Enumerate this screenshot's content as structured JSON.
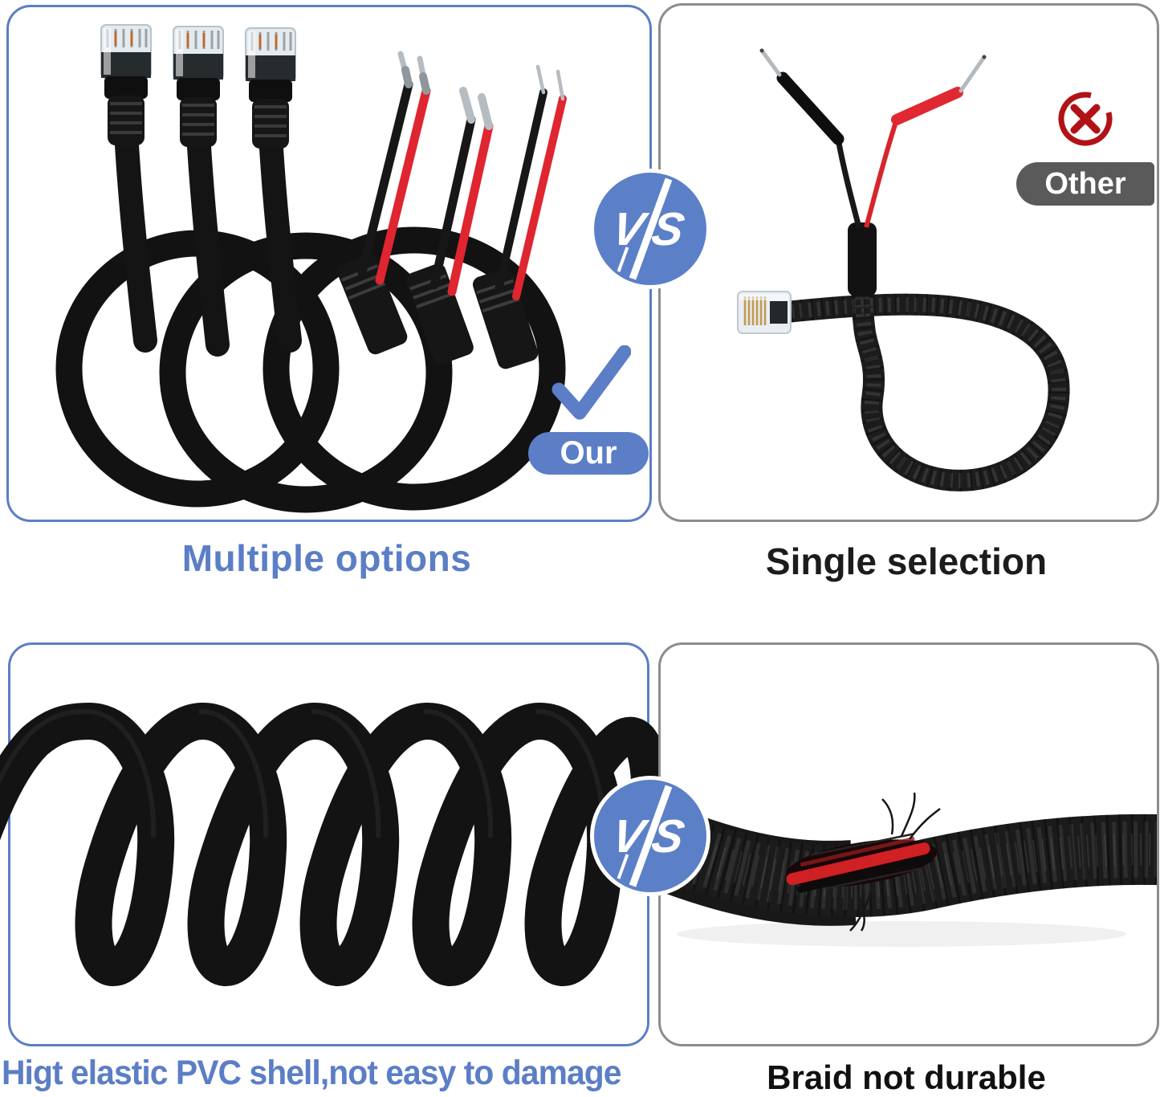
{
  "badges": {
    "vs": "VS",
    "ours": "Our",
    "other": "Other"
  },
  "captions": {
    "top_left": "Multiple options",
    "top_right": "Single selection",
    "bottom_left": "Higt elastic PVC shell,not easy to damage",
    "bottom_right": "Braid not durable"
  },
  "icons": {
    "check_icon": "✓",
    "cross_icon": "✕"
  },
  "colors": {
    "accent_blue": "#5b7ec6",
    "panel_border_gray": "#8c8c8c",
    "other_label_bg": "#5a5a5a",
    "cross_red": "#b11217",
    "caption_dark": "#1c1c1c",
    "wire_red": "#e02530",
    "cable_black": "#141414"
  }
}
